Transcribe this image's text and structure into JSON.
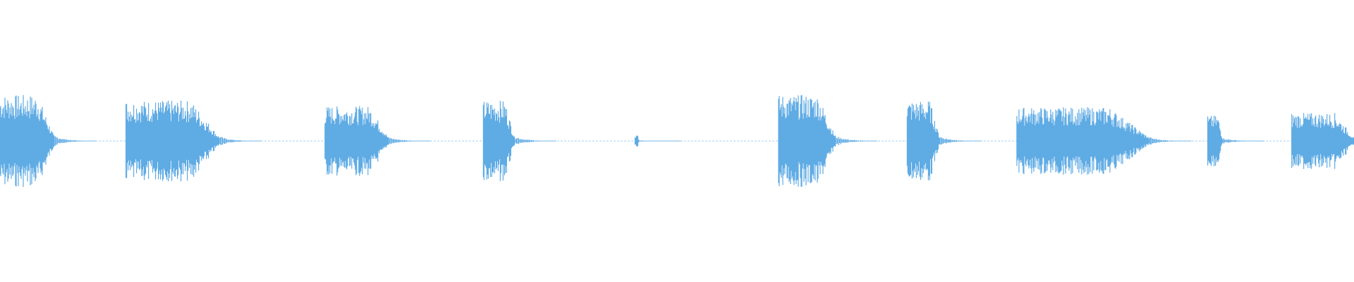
{
  "waveform": {
    "color": "#5fabe4",
    "baseline_color": "#5fabe4",
    "segments": [
      {
        "start": 0.0,
        "end": 0.04,
        "amp": 0.82
      },
      {
        "start": 0.093,
        "end": 0.162,
        "amp": 0.72
      },
      {
        "start": 0.24,
        "end": 0.287,
        "amp": 0.62
      },
      {
        "start": 0.357,
        "end": 0.38,
        "amp": 0.72
      },
      {
        "start": 0.469,
        "end": 0.472,
        "amp": 0.1
      },
      {
        "start": 0.575,
        "end": 0.617,
        "amp": 0.82
      },
      {
        "start": 0.67,
        "end": 0.694,
        "amp": 0.72
      },
      {
        "start": 0.751,
        "end": 0.849,
        "amp": 0.6
      },
      {
        "start": 0.892,
        "end": 0.903,
        "amp": 0.45
      },
      {
        "start": 0.954,
        "end": 1.0,
        "amp": 0.5
      }
    ]
  }
}
